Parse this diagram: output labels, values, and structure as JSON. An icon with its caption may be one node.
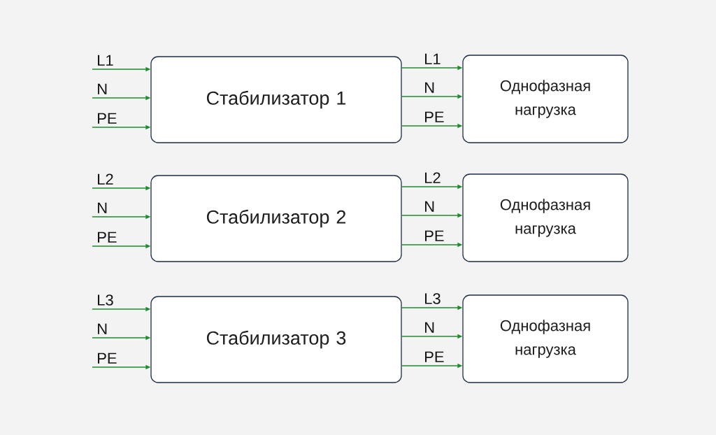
{
  "diagram": {
    "nodes": [
      {
        "text": [
          "Стабилизатор 1"
        ]
      },
      {
        "text": [
          "Однофазная нагрузка"
        ]
      },
      {
        "text": [
          "Стабилизатор 2"
        ]
      },
      {
        "text": [
          "Однофазная нагрузка"
        ]
      },
      {
        "text": [
          "Стабилизатор 3"
        ]
      },
      {
        "text": [
          "Однофазная нагрузка"
        ]
      }
    ],
    "edges": [
      {
        "from": null,
        "to": 0,
        "arrow": "to",
        "label": "L1"
      },
      {
        "from": null,
        "to": 0,
        "arrow": "to",
        "label": "N"
      },
      {
        "from": null,
        "to": 0,
        "arrow": "to",
        "label": "PE"
      },
      {
        "from": 0,
        "to": 1,
        "arrow": "to",
        "label": "L1"
      },
      {
        "from": 0,
        "to": 1,
        "arrow": "to",
        "label": "N"
      },
      {
        "from": 0,
        "to": 1,
        "arrow": "to",
        "label": "PE"
      },
      {
        "from": null,
        "to": 2,
        "arrow": "to",
        "label": "L2"
      },
      {
        "from": null,
        "to": 2,
        "arrow": "to",
        "label": "N"
      },
      {
        "from": null,
        "to": 2,
        "arrow": "to",
        "label": "PE"
      },
      {
        "from": 2,
        "to": 3,
        "arrow": "to",
        "label": "L2"
      },
      {
        "from": 2,
        "to": 3,
        "arrow": "to",
        "label": "N"
      },
      {
        "from": 2,
        "to": 3,
        "arrow": "to",
        "label": "PE"
      },
      {
        "from": null,
        "to": 4,
        "arrow": "to",
        "label": "L3"
      },
      {
        "from": null,
        "to": 4,
        "arrow": "to",
        "label": "N"
      },
      {
        "from": null,
        "to": 4,
        "arrow": "to",
        "label": "PE"
      },
      {
        "from": 4,
        "to": 5,
        "arrow": "to",
        "label": "L3"
      },
      {
        "from": 4,
        "to": 5,
        "arrow": "to",
        "label": "N"
      },
      {
        "from": 4,
        "to": 5,
        "arrow": "to",
        "label": "PE"
      }
    ]
  }
}
